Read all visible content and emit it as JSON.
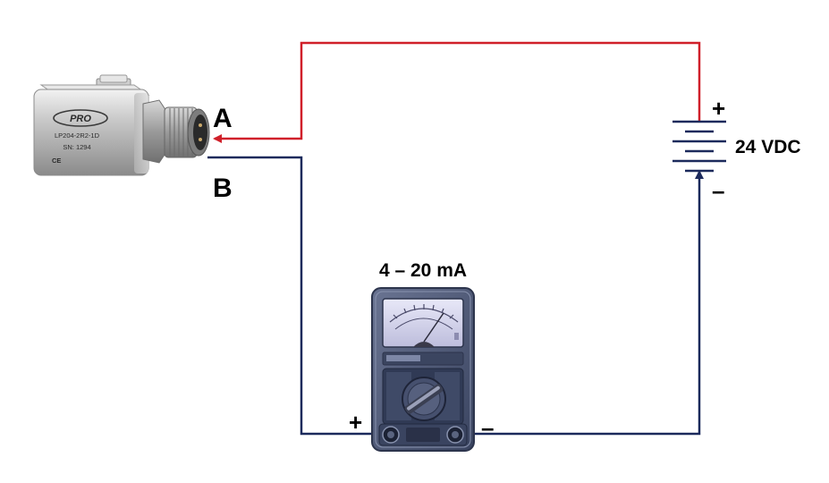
{
  "diagram": {
    "terminal_a": "A",
    "terminal_b": "B",
    "supply_voltage": "24 VDC",
    "supply_plus": "+",
    "supply_minus": "–",
    "meter_range": "4 – 20 mA",
    "meter_plus": "+",
    "meter_minus": "–"
  },
  "sensor": {
    "brand": "PRO",
    "model": "LP204-2R2-1D",
    "serial": "SN: 1294",
    "mark": "CE"
  },
  "colors": {
    "wire_positive": "#d0202a",
    "wire_negative": "#1c2a5c",
    "meter_body": "#4a5573",
    "meter_screen": "#d9d9f0"
  },
  "icons": [
    "accelerometer-sensor-icon",
    "battery-icon",
    "multimeter-icon",
    "rotary-dial-icon"
  ]
}
